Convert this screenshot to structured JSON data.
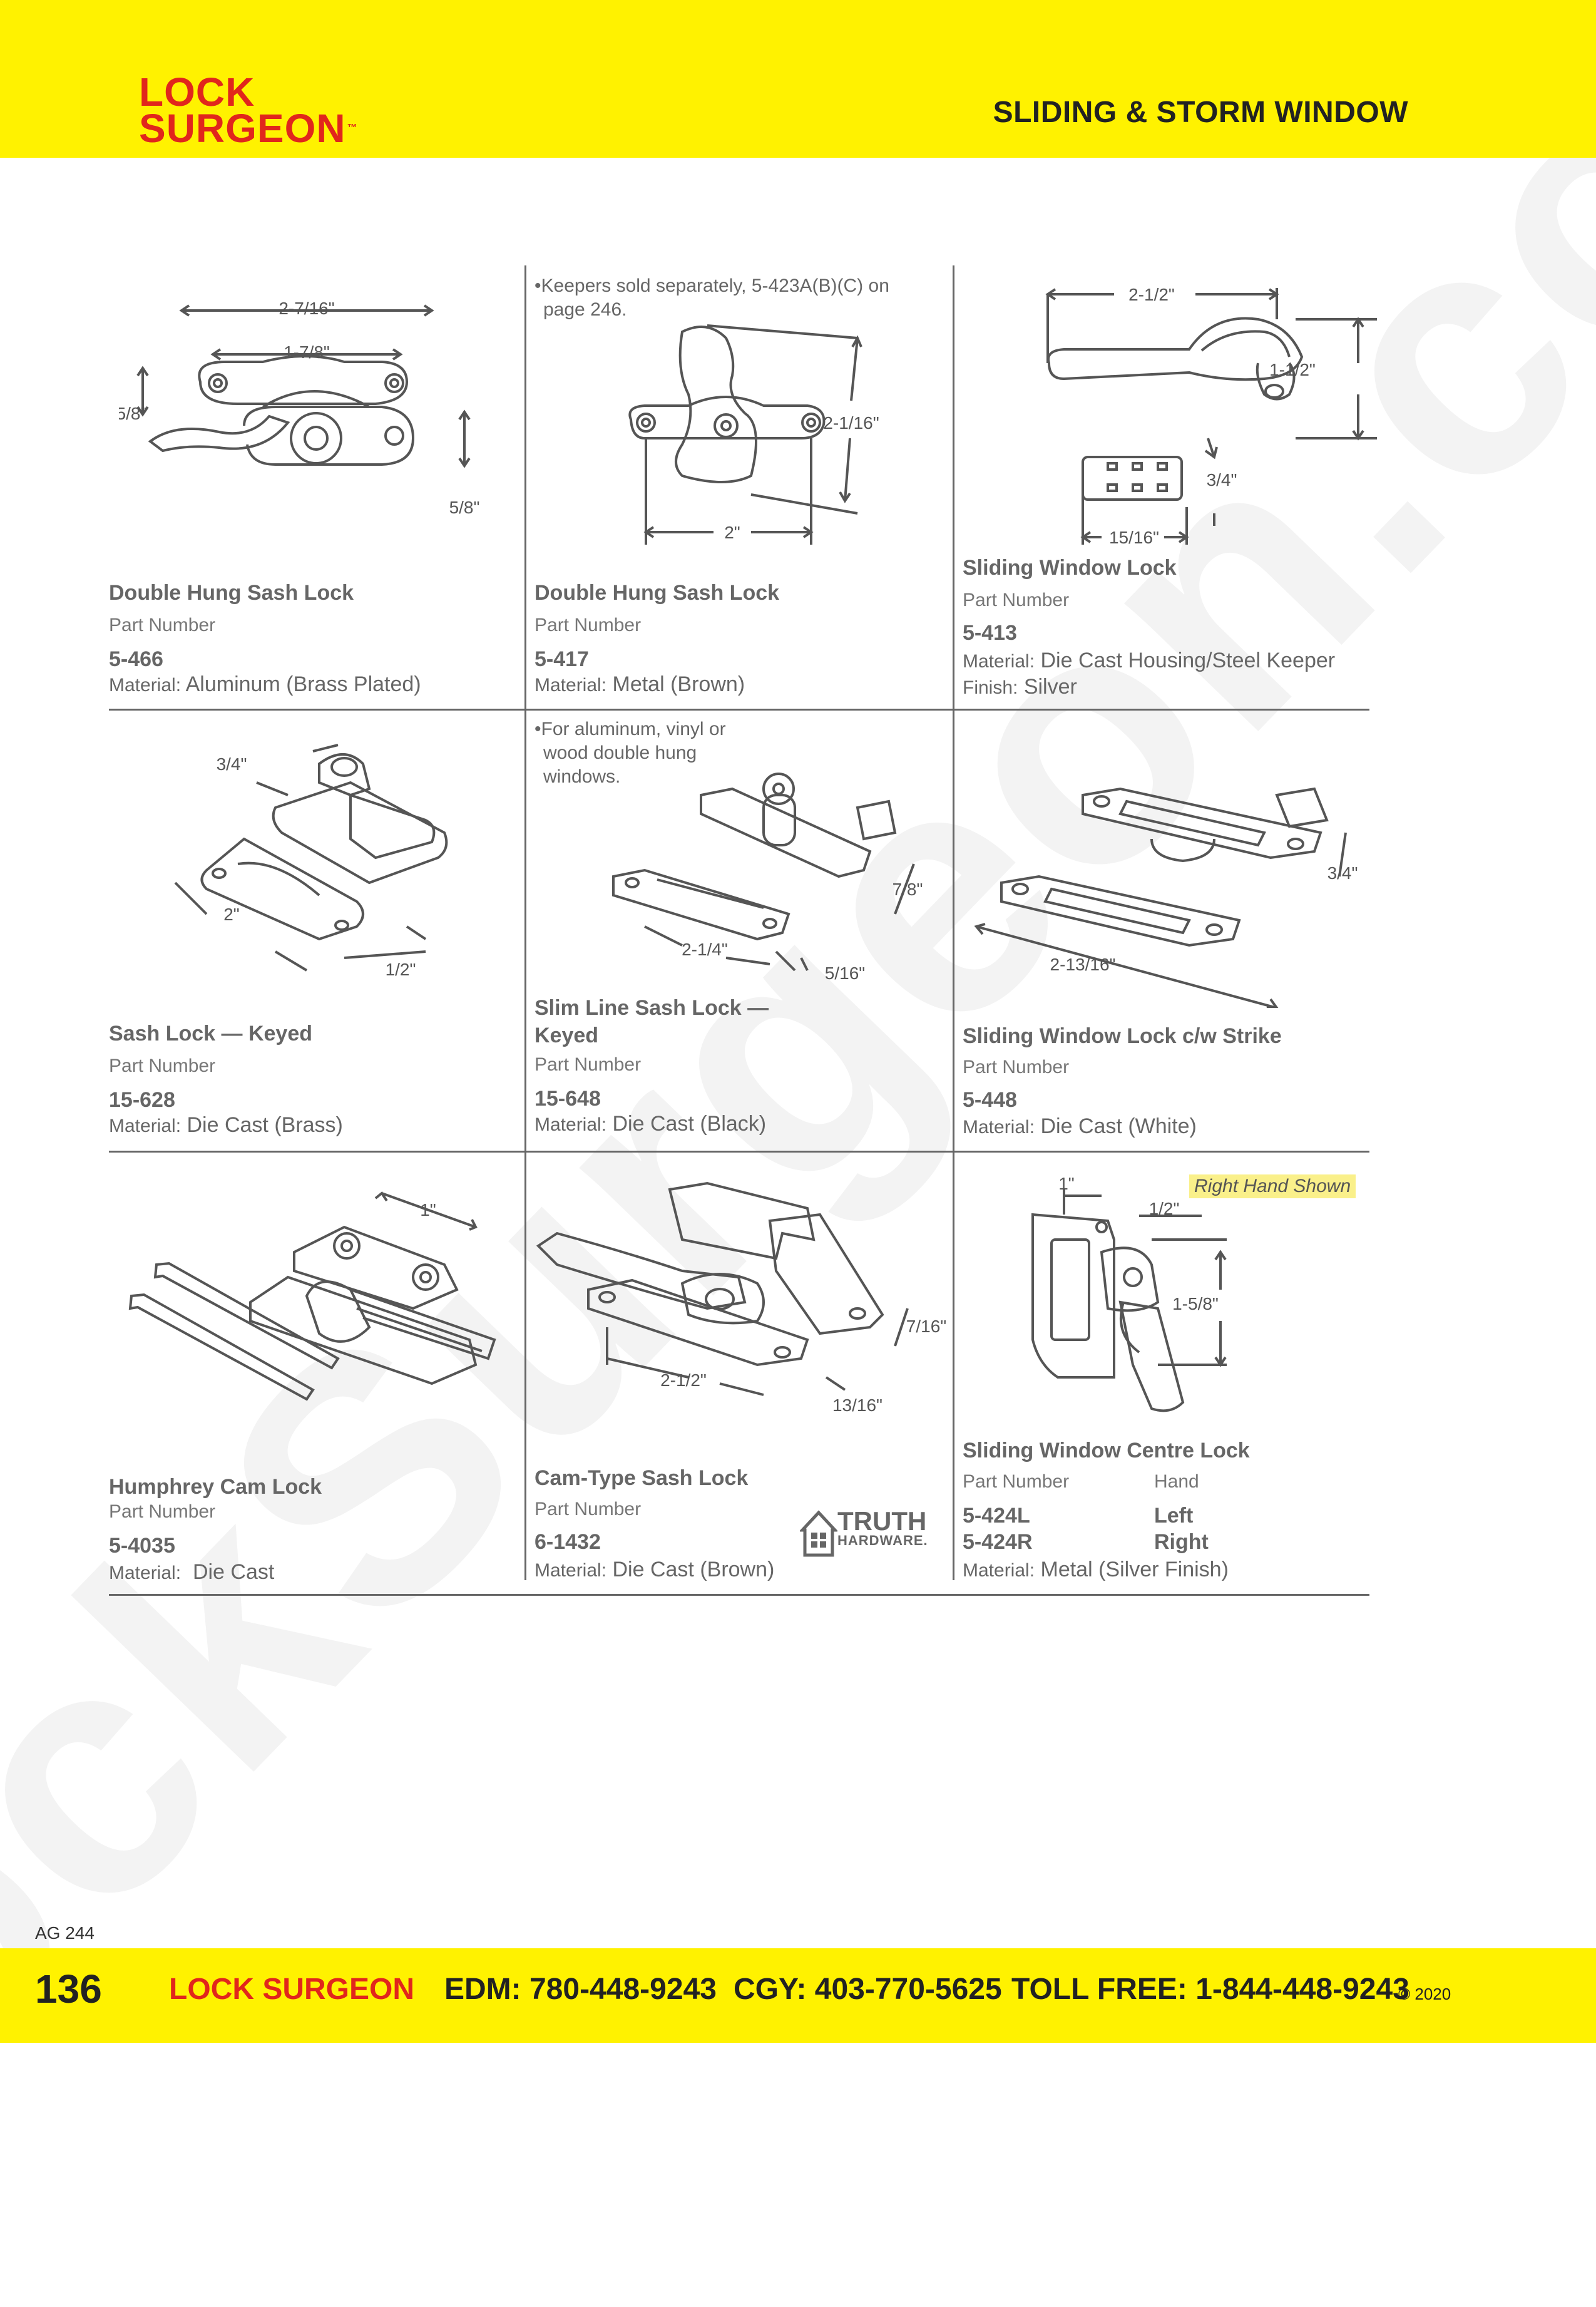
{
  "header": {
    "logo_line1": "LOCK",
    "logo_line2": "SURGEON",
    "logo_tm": "™",
    "section_title": "SLIDING & STORM WINDOW"
  },
  "watermark": "LockSurgeon.com",
  "colors": {
    "yellow": "#fff200",
    "brand_red": "#e1261c",
    "highlight": "#faf08a"
  },
  "products": [
    {
      "title": "Double Hung Sash Lock",
      "part_label": "Part Number",
      "part_number": "5-466",
      "material_label": "Material:",
      "material": "Aluminum (Brass Plated)",
      "dims": [
        "2-7/16\"",
        "1-7/8\"",
        "5/8\"",
        "5/8\""
      ]
    },
    {
      "title": "Double Hung Sash Lock",
      "note_line1": "•Keepers sold separately, 5-423A(B)(C) on",
      "note_line2": "page 246.",
      "part_label": "Part Number",
      "part_number": "5-417",
      "material_label": "Material:",
      "material": "Metal (Brown)",
      "dims": [
        "2-1/16\"",
        "2\""
      ]
    },
    {
      "title": "Sliding Window Lock",
      "part_label": "Part Number",
      "part_number": "5-413",
      "material_label": "Material:",
      "material": "Die Cast Housing/Steel Keeper",
      "finish_label": "Finish:",
      "finish": "Silver",
      "dims": [
        "2-1/2\"",
        "1-1/2\"",
        "3/4\"",
        "15/16\""
      ]
    },
    {
      "title": "Sash Lock — Keyed",
      "part_label": "Part Number",
      "part_number": "15-628",
      "material_label": "Material:",
      "material": "Die Cast (Brass)",
      "dims": [
        "3/4\"",
        "2\"",
        "1/2\""
      ]
    },
    {
      "title_line1": "Slim Line Sash Lock —",
      "title_line2": "Keyed",
      "note_line1": "•For aluminum, vinyl or",
      "note_line2": "wood double hung",
      "note_line3": "windows.",
      "part_label": "Part Number",
      "part_number": "15-648",
      "material_label": "Material:",
      "material": "Die Cast (Black)",
      "dims": [
        "7/8\"",
        "2-1/4\"",
        "5/16\""
      ]
    },
    {
      "title": "Sliding Window Lock c/w Strike",
      "part_label": "Part Number",
      "part_number": "5-448",
      "material_label": "Material:",
      "material": "Die Cast (White)",
      "dims": [
        "3/4\"",
        "2-13/16\""
      ]
    },
    {
      "title": "Humphrey Cam Lock",
      "part_label": "Part Number",
      "part_number": "5-4035",
      "material_label": "Material:",
      "material": "Die Cast",
      "dims": [
        "1\""
      ]
    },
    {
      "title": "Cam-Type Sash Lock",
      "part_label": "Part Number",
      "part_number": "6-1432",
      "material_label": "Material:",
      "material": "Die Cast (Brown)",
      "brand_line1": "TRUTH",
      "brand_line2": "HARDWARE.",
      "dims": [
        "7/16\"",
        "2-1/2\"",
        "13/16\""
      ]
    },
    {
      "title": "Sliding Window Centre Lock",
      "highlight": "Right Hand Shown",
      "part_label": "Part Number",
      "hand_label": "Hand",
      "rows": [
        {
          "part_number": "5-424L",
          "hand": "Left"
        },
        {
          "part_number": "5-424R",
          "hand": "Right"
        }
      ],
      "material_label": "Material:",
      "material": "Metal (Silver Finish)",
      "dims": [
        "1\"",
        "1/2\"",
        "1-5/8\""
      ]
    }
  ],
  "page_code": "AG 244",
  "footer": {
    "page_number": "136",
    "brand": "LOCK SURGEON",
    "edm": "EDM: 780-448-9243",
    "cgy": "CGY: 403-770-5625",
    "toll_free": "TOLL FREE: 1-844-448-9243",
    "copyright": "© 2020"
  }
}
